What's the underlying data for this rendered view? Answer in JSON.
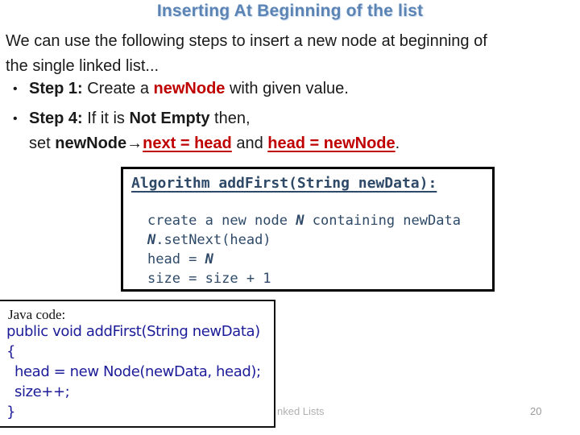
{
  "slide": {
    "title": "Inserting At Beginning of the list",
    "intro_lines": [
      "We can use the following steps to insert a new node at beginning of",
      "the single linked list..."
    ],
    "bullet_glyph": "•",
    "step1": {
      "label": "Step 1:",
      "mid": " Create a ",
      "highlight": "newNode",
      "end": " with given value."
    },
    "step4": {
      "label": "Step 4:",
      "mid1": " If it is ",
      "bold": "Not Empty",
      "mid2": " then,"
    },
    "step4_line2": {
      "pre": "set ",
      "bold_arrow": "newNode→",
      "red1": "next = head",
      "and": " and ",
      "red2": "head = newNode",
      "period": "."
    }
  },
  "algorithm_box": {
    "header": "Algorithm addFirst(String newData):",
    "line1": {
      "pre": "create a new node ",
      "var": "N",
      "post": " containing newData"
    },
    "line2": {
      "var": "N",
      "post": ".setNext(head)"
    },
    "line3": {
      "pre": "head = ",
      "var": "N"
    },
    "line4": "size = size + 1"
  },
  "java_box": {
    "label": "Java code:",
    "lines": [
      "public void addFirst(String newData)",
      "{",
      "head = new Node(newData, head);",
      "size++;",
      "}"
    ]
  },
  "footer": {
    "clipped_text": "nked Lists",
    "page_number": "20"
  },
  "colors": {
    "title_blue": "#5b84b5",
    "highlight_red": "#c00000",
    "algorithm_text": "#2e4a68",
    "java_code_navy": "#1c1c99",
    "footer_gray": "#b0b0b0"
  }
}
